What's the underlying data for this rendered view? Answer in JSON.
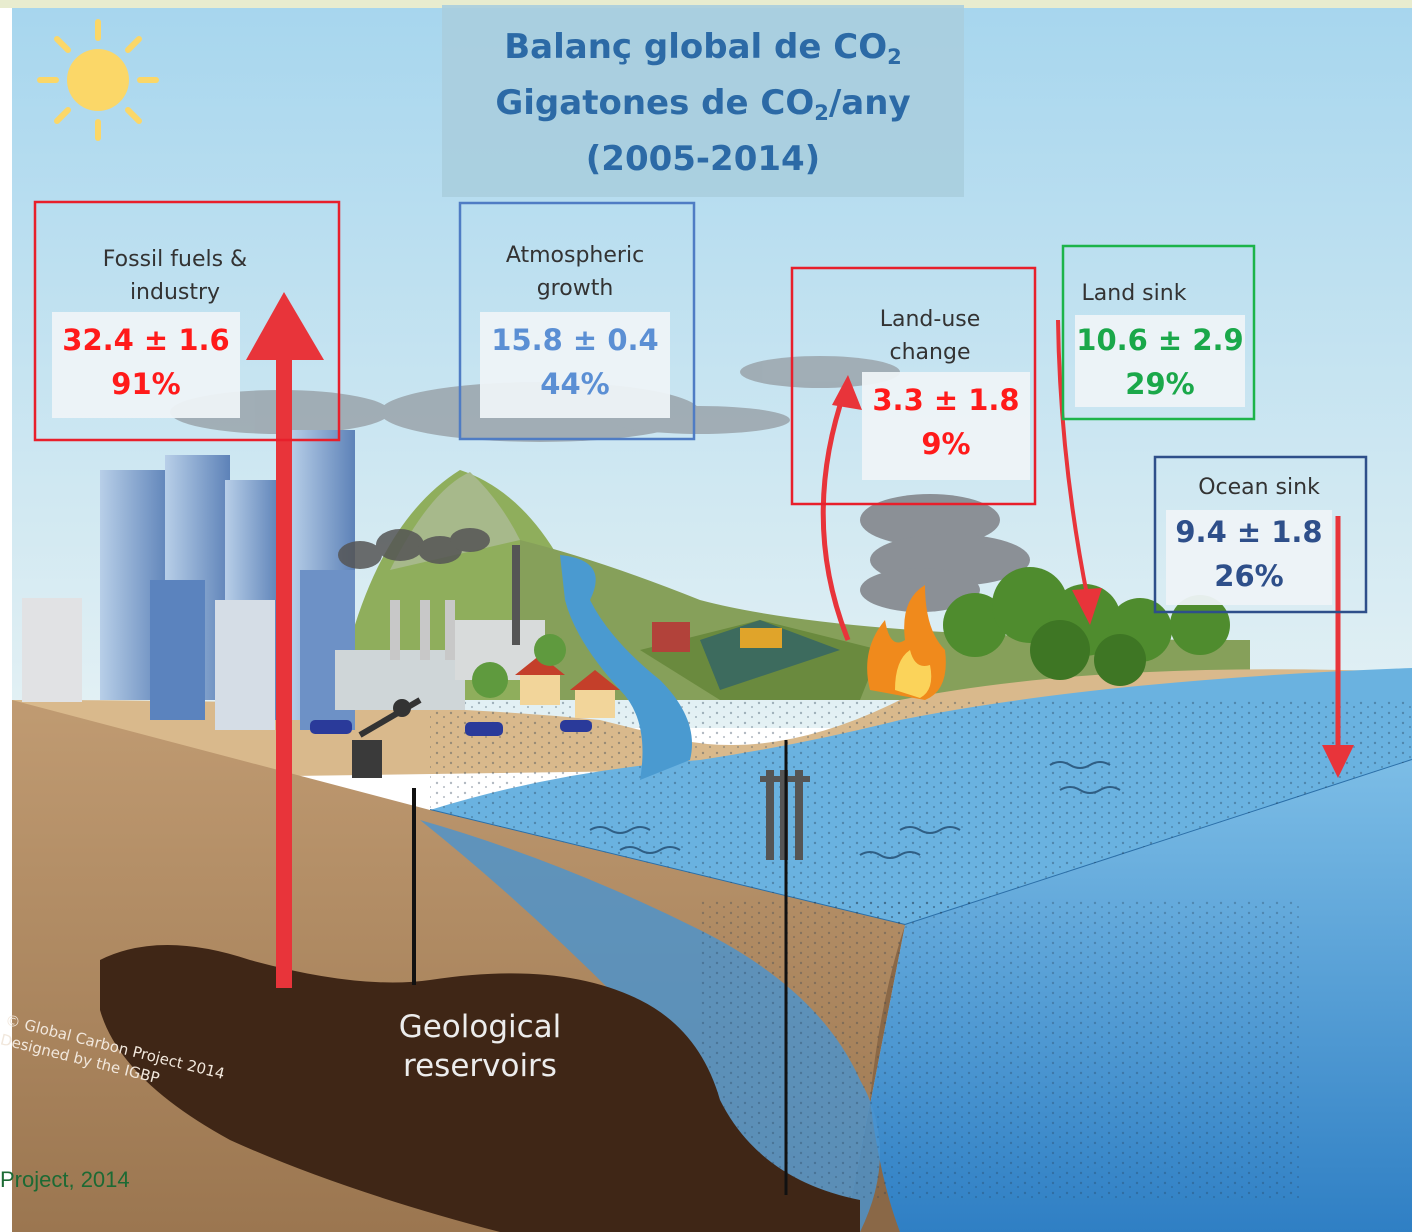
{
  "title": {
    "line1_main": "Balanç global de CO",
    "line1_sub": "2",
    "line2_main": "Gigatones de CO",
    "line2_sub": "2",
    "line2_suffix": "/any",
    "line3": "(2005-2014)"
  },
  "fluxes": {
    "fossil": {
      "label1": "Fossil fuels &",
      "label2": "industry",
      "value": "32.4 ± 1.6",
      "percent": "91%",
      "color": "#ff1a1a"
    },
    "atmospheric": {
      "label1": "Atmospheric",
      "label2": "growth",
      "value": "15.8 ± 0.4",
      "percent": "44%",
      "color": "#5b8fd4"
    },
    "landuse": {
      "label1": "Land-use",
      "label2": "change",
      "value": "3.3 ± 1.8",
      "percent": "9%",
      "color": "#ff1a1a"
    },
    "landsink": {
      "label1": "Land sink",
      "value": "10.6 ± 2.9",
      "percent": "29%",
      "color": "#1aa84a"
    },
    "oceansink": {
      "label1": "Ocean sink",
      "value": "9.4 ± 1.8",
      "percent": "26%",
      "color": "#2e4f8a"
    }
  },
  "geological": {
    "line1": "Geological",
    "line2": "reservoirs"
  },
  "credit": {
    "line1": "© Global Carbon Project 2014",
    "line2": "Designed by the IGBP"
  },
  "footer": "Project, 2014",
  "colors": {
    "sky": "#bfe3f2",
    "soil": "#b08a62",
    "ocean": "#6fb2e0",
    "title_text": "#2c6aa6",
    "arrow": "#e8343a"
  }
}
